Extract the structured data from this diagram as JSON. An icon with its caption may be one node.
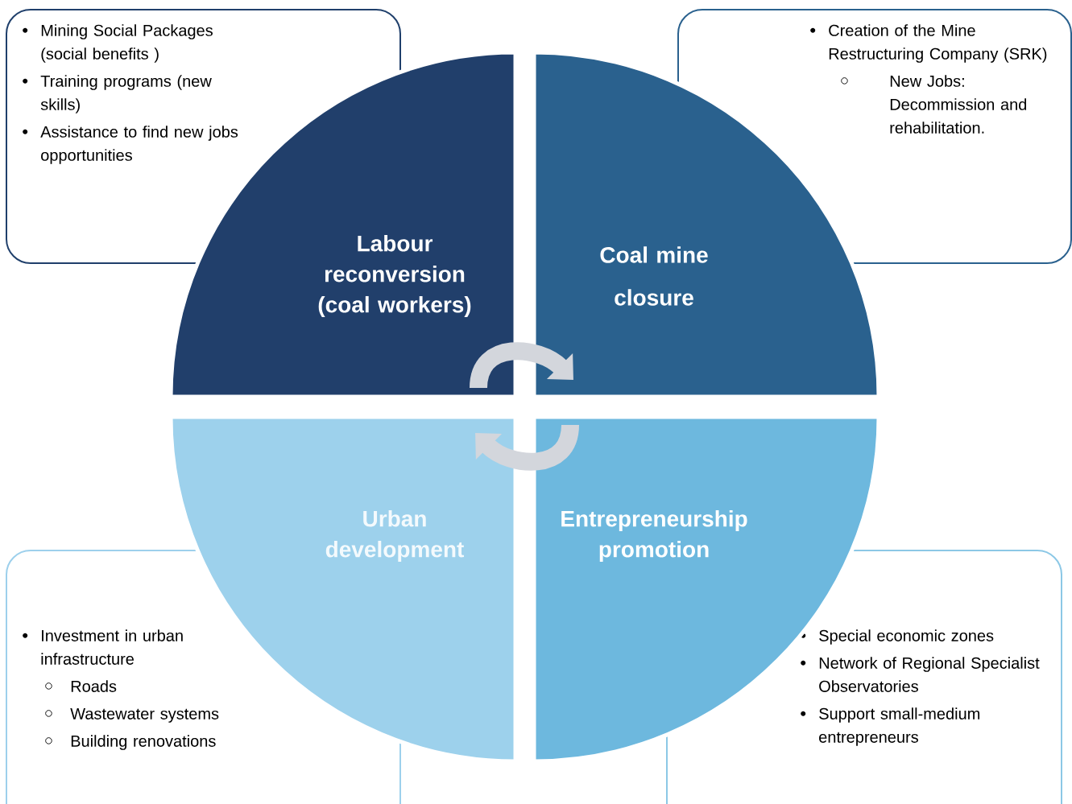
{
  "diagram": {
    "nodes": [
      {
        "text": [
          "Mining Social Packages (social benefits )",
          "Training programs (new skills)",
          "Assistance to find new jobs opportunities"
        ]
      },
      {
        "text": [
          "Creation of the Mine Restructuring Company (SRK)",
          "New Jobs: Decommission and rehabilitation."
        ]
      },
      {
        "text": [
          "Labour reconversion (coal workers)"
        ]
      },
      {
        "text": [
          "Coal mine closure"
        ]
      },
      {
        "text": [
          "Urban development"
        ]
      },
      {
        "text": [
          "Entrepreneurship promotion"
        ]
      },
      {
        "text": [
          "Investment in urban infrastructure",
          "Roads",
          "Wastewater systems",
          "Building renovations"
        ]
      },
      {
        "text": [
          "Special economic zones",
          "Network of Regional Specialist Observatories",
          "Support small-medium entrepreneurs"
        ]
      }
    ],
    "edges": [
      {
        "from": 2,
        "to": 3,
        "arrow": "to"
      },
      {
        "from": 5,
        "to": 4,
        "arrow": "to"
      }
    ]
  }
}
